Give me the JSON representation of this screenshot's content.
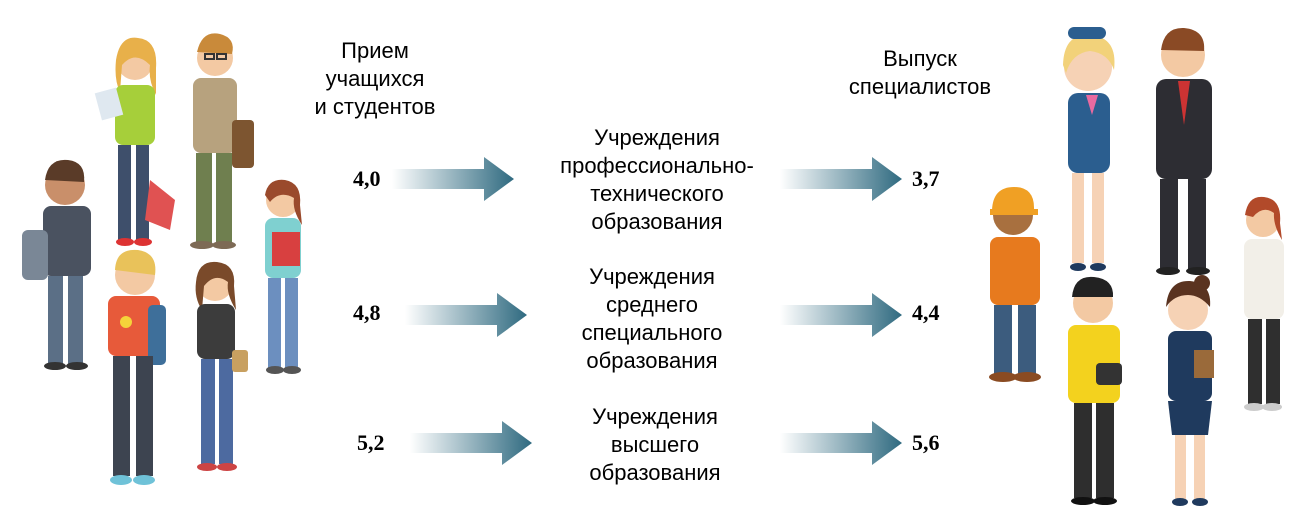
{
  "headings": {
    "intake": [
      "Прием",
      "учащихся",
      "и студентов"
    ],
    "output": [
      "Выпуск",
      "специалистов"
    ]
  },
  "rows": [
    {
      "intake": "4,0",
      "institution": [
        "Учреждения",
        "профессионально-",
        "технического",
        "образования"
      ],
      "output": "3,7"
    },
    {
      "intake": "4,8",
      "institution": [
        "Учреждения",
        "среднего",
        "специального",
        "образования"
      ],
      "output": "4,4"
    },
    {
      "intake": "5,2",
      "institution": [
        "Учреждения",
        "высшего",
        "образования"
      ],
      "output": "5,6"
    }
  ],
  "colors": {
    "arrow": "#2f6a80",
    "arrow_fade": "#ffffff"
  },
  "icons": {
    "left_group": "students-group-illustration",
    "right_group": "professionals-group-illustration"
  }
}
